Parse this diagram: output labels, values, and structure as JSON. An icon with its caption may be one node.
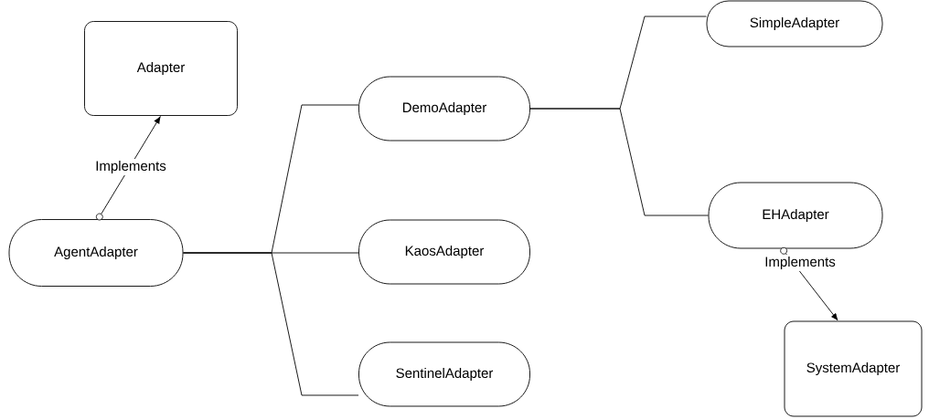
{
  "diagram": {
    "nodes": [
      {
        "text": [
          "Adapter"
        ]
      },
      {
        "text": [
          "AgentAdapter"
        ]
      },
      {
        "text": [
          "DemoAdapter"
        ]
      },
      {
        "text": [
          "KaosAdapter"
        ]
      },
      {
        "text": [
          "SentinelAdapter"
        ]
      },
      {
        "text": [
          "SimpleAdapter"
        ]
      },
      {
        "text": [
          "EHAdapter"
        ]
      },
      {
        "text": [
          "SystemAdapter"
        ]
      }
    ],
    "edges": [
      {
        "from": 1,
        "to": 0,
        "arrow": "to",
        "label": "Implements"
      },
      {
        "from": 1,
        "to": 2,
        "arrow": "none"
      },
      {
        "from": 1,
        "to": 3,
        "arrow": "none"
      },
      {
        "from": 1,
        "to": 4,
        "arrow": "none"
      },
      {
        "from": 2,
        "to": 5,
        "arrow": "none"
      },
      {
        "from": 2,
        "to": 6,
        "arrow": "none"
      },
      {
        "from": 6,
        "to": 7,
        "arrow": "to",
        "label": "Implements"
      }
    ]
  }
}
